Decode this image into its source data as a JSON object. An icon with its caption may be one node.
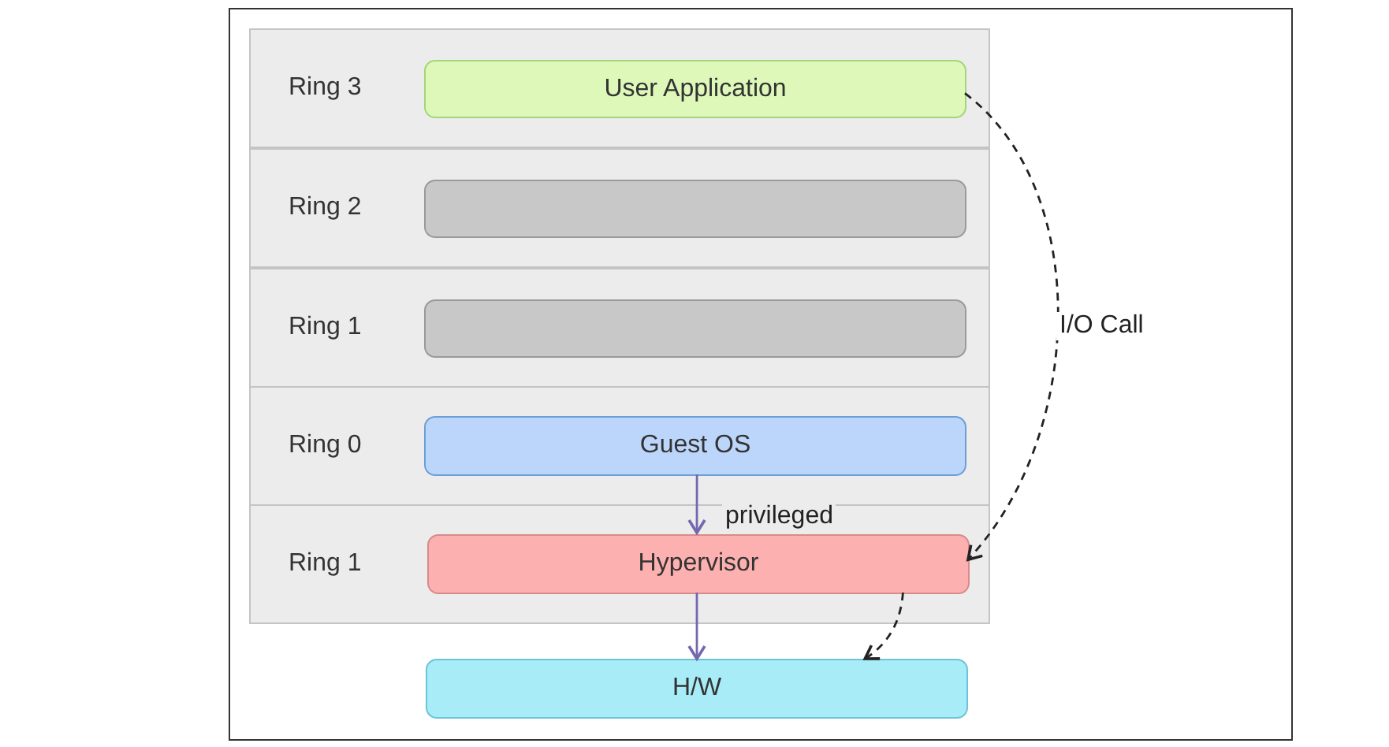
{
  "diagram": {
    "nodes": [
      {
        "text": [
          "Ring 3"
        ]
      },
      {
        "text": [
          "User Application"
        ],
        "in": 0
      },
      {
        "text": [
          "Ring 2"
        ]
      },
      {
        "text": [],
        "shape": "box",
        "in": 2
      },
      {
        "text": [
          "Ring 1"
        ]
      },
      {
        "text": [],
        "shape": "box",
        "in": 4
      },
      {
        "text": [
          "Ring 0"
        ]
      },
      {
        "text": [
          "Guest OS"
        ],
        "in": 6
      },
      {
        "text": [
          "Ring 1"
        ]
      },
      {
        "text": [
          "Hypervisor"
        ],
        "in": 8
      },
      {
        "text": [
          "H/W"
        ]
      }
    ],
    "edges": [
      {
        "from": 1,
        "to": 9,
        "arrow": "to",
        "label": "I/O Call",
        "style": "dashed",
        "color": "#222222"
      },
      {
        "from": 7,
        "to": 9,
        "arrow": "to",
        "label": "privileged",
        "color": "#7467b0"
      },
      {
        "from": 9,
        "to": 10,
        "arrow": "to",
        "color": "#7467b0"
      },
      {
        "from": 9,
        "to": 10,
        "arrow": "to",
        "style": "dashed",
        "color": "#222222"
      }
    ]
  }
}
